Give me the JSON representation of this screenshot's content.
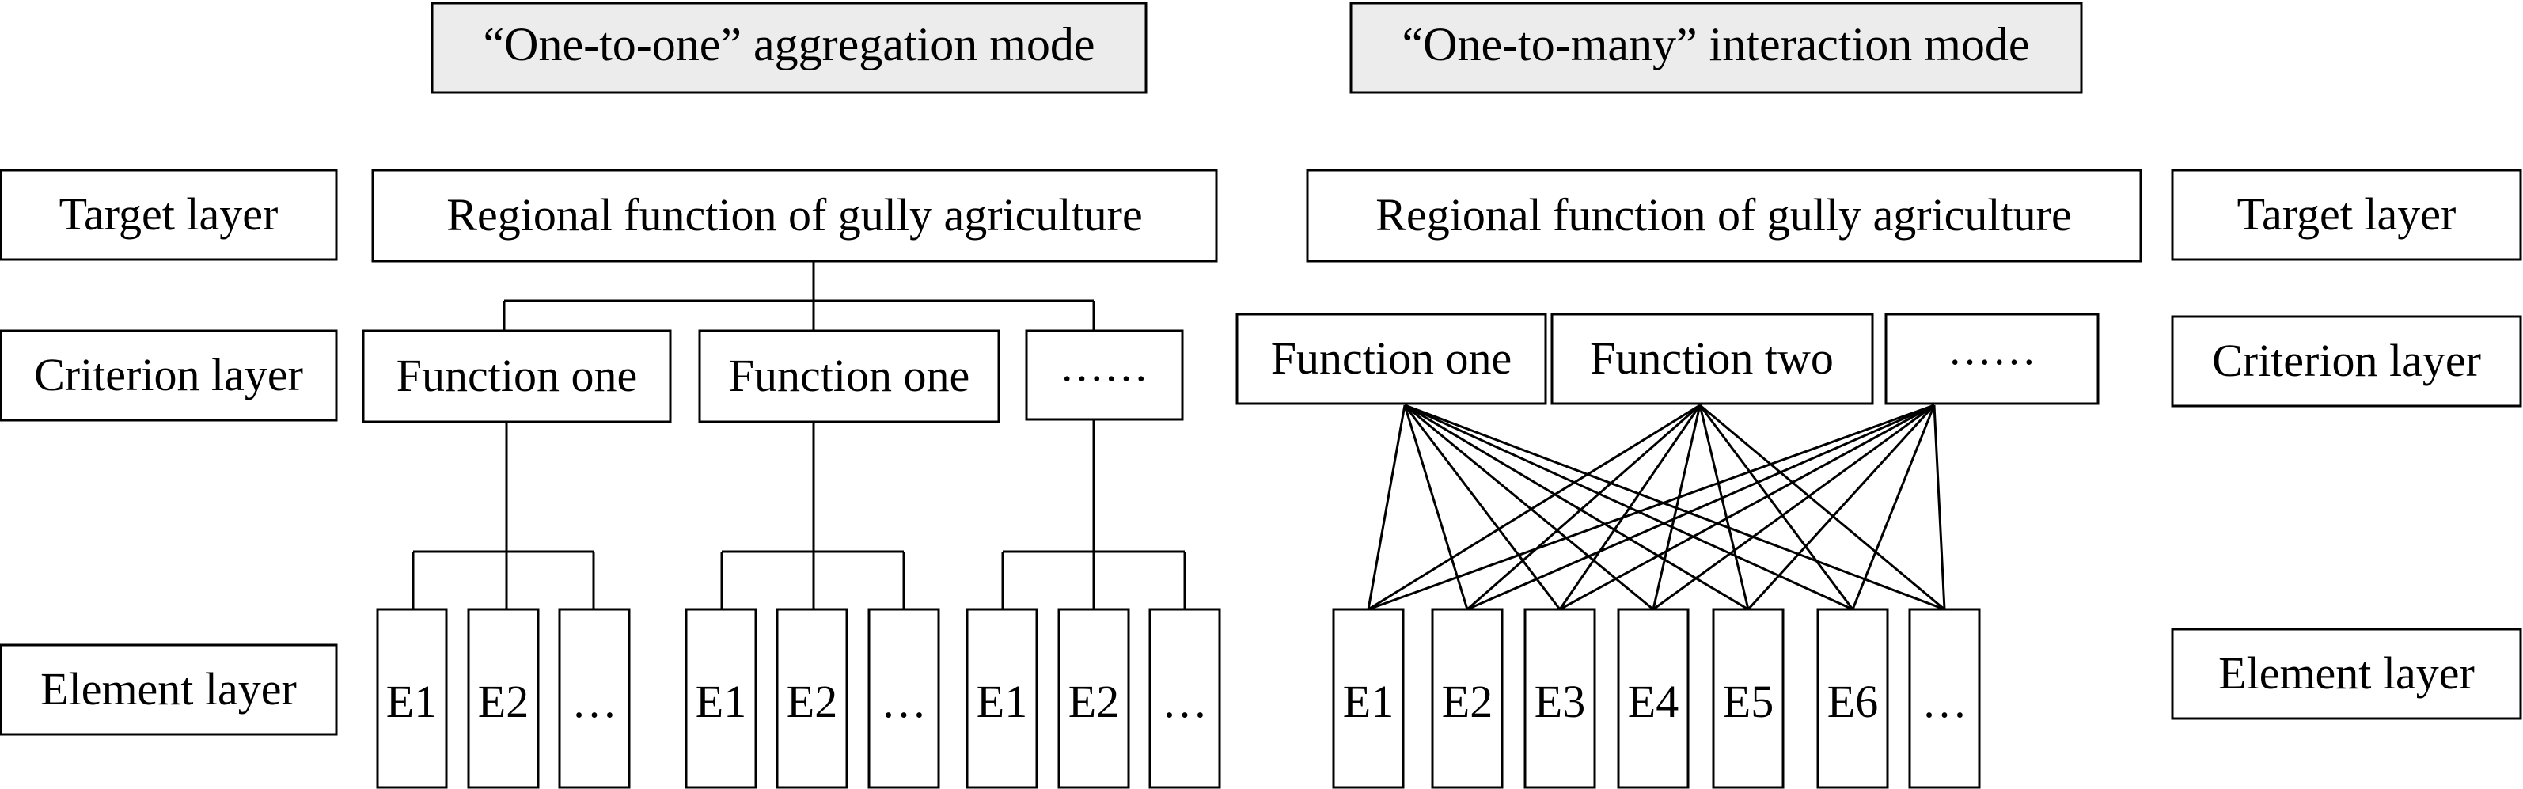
{
  "headers": {
    "one_to_one": "“One-to-one” aggregation mode",
    "one_to_many": "“One-to-many” interaction mode"
  },
  "layers": {
    "target": "Target layer",
    "criterion": "Criterion layer",
    "element": "Element layer"
  },
  "left": {
    "target": "Regional function of gully agriculture",
    "criteria": [
      "Function one",
      "Function one",
      "……"
    ],
    "element_groups": [
      [
        "E1",
        "E2",
        "…"
      ],
      [
        "E1",
        "E2",
        "…"
      ],
      [
        "E1",
        "E2",
        "…"
      ]
    ]
  },
  "right": {
    "target": "Regional function of gully agriculture",
    "criteria": [
      "Function one",
      "Function two",
      "……"
    ],
    "elements": [
      "E1",
      "E2",
      "E3",
      "E4",
      "E5",
      "E6",
      "…"
    ]
  }
}
